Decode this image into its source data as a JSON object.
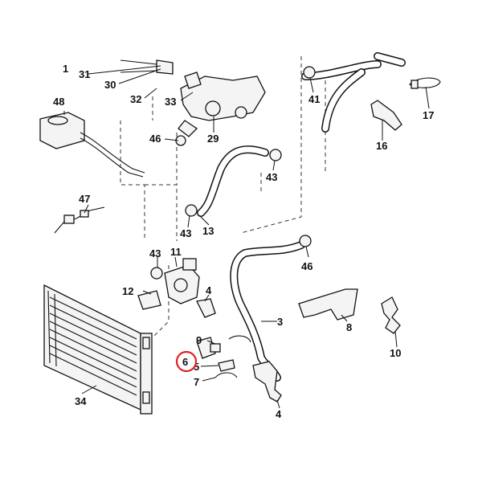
{
  "diagram": {
    "highlight_color": "#e02020",
    "line_color": "#111111",
    "labels": {
      "l1": "1",
      "l3": "3",
      "l4a": "4",
      "l4b": "4",
      "l5": "5",
      "l6": "6",
      "l7": "7",
      "l8": "8",
      "l9": "9",
      "l10": "10",
      "l11": "11",
      "l12": "12",
      "l13": "13",
      "l16": "16",
      "l17": "17",
      "l29": "29",
      "l30": "30",
      "l31": "31",
      "l32": "32",
      "l33": "33",
      "l34": "34",
      "l41": "41",
      "l43a": "43",
      "l43b": "43",
      "l43c": "43",
      "l46a": "46",
      "l46b": "46",
      "l47": "47",
      "l48": "48"
    },
    "highlighted_part": "6"
  }
}
